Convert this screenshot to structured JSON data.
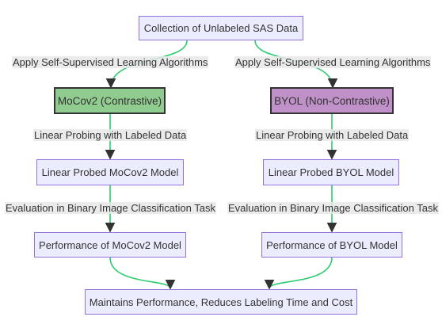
{
  "nodes": {
    "collection": "Collection of Unlabeled SAS Data",
    "mocov2": "MoCov2 (Contrastive)",
    "byol": "BYOL (Non-Contrastive)",
    "probed_mocov2": "Linear Probed MoCov2 Model",
    "probed_byol": "Linear Probed BYOL Model",
    "perf_mocov2": "Performance of MoCov2 Model",
    "perf_byol": "Performance of BYOL Model",
    "result": "Maintains Performance, Reduces Labeling Time and Cost"
  },
  "edge_labels": {
    "ssl_left": "Apply Self-Supervised Learning Algorithms",
    "ssl_right": "Apply Self-Supervised Learning Algorithms",
    "probe_left": "Linear Probing with Labeled Data",
    "probe_right": "Linear Probing with Labeled Data",
    "eval_left": "Evaluation in Binary Image Classification Task",
    "eval_right": "Evaluation in Binary Image Classification Task"
  },
  "colors": {
    "edge": "#2ecc71",
    "node_fill": "#ececff",
    "node_border": "#9370db",
    "mocov2_fill": "#90cc8f",
    "byol_fill": "#c090c8"
  }
}
